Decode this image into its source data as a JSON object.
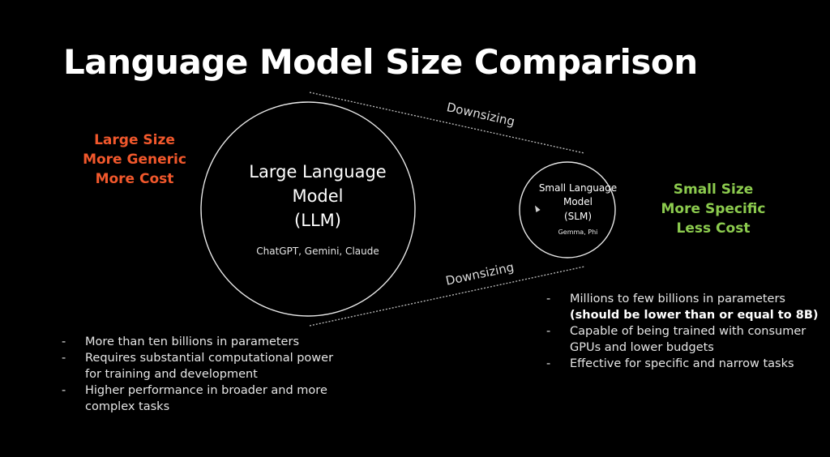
{
  "title": "Language Model Size Comparison",
  "left_labels": [
    "Large Size",
    "More Generic",
    "More Cost"
  ],
  "right_labels": [
    "Small Size",
    "More Specific",
    "Less Cost"
  ],
  "large_circle": {
    "title_lines": [
      "Large Language",
      "Model",
      "(LLM)"
    ],
    "examples": "ChatGPT, Gemini, Claude"
  },
  "small_circle": {
    "title_lines": [
      "Small Language",
      "Model",
      "(SLM)"
    ],
    "examples": "Gemma, Phi"
  },
  "arrows": {
    "top_label": "Downsizing",
    "bottom_label": "Downsizing"
  },
  "llm_bullets": [
    "More than ten billions in parameters",
    "Requires substantial computational power for training and development",
    "Higher performance in broader and more complex tasks"
  ],
  "slm_bullets": {
    "first": "Millions to few billions in parameters",
    "first_note": "(should be lower than or equal to 8B)",
    "rest": [
      "Capable of being trained with consumer GPUs and lower budgets",
      "Effective for specific and narrow tasks"
    ]
  },
  "colors": {
    "background": "#000000",
    "large_accent": "#f2582c",
    "small_accent": "#8ccb4e",
    "text": "#ffffff"
  }
}
